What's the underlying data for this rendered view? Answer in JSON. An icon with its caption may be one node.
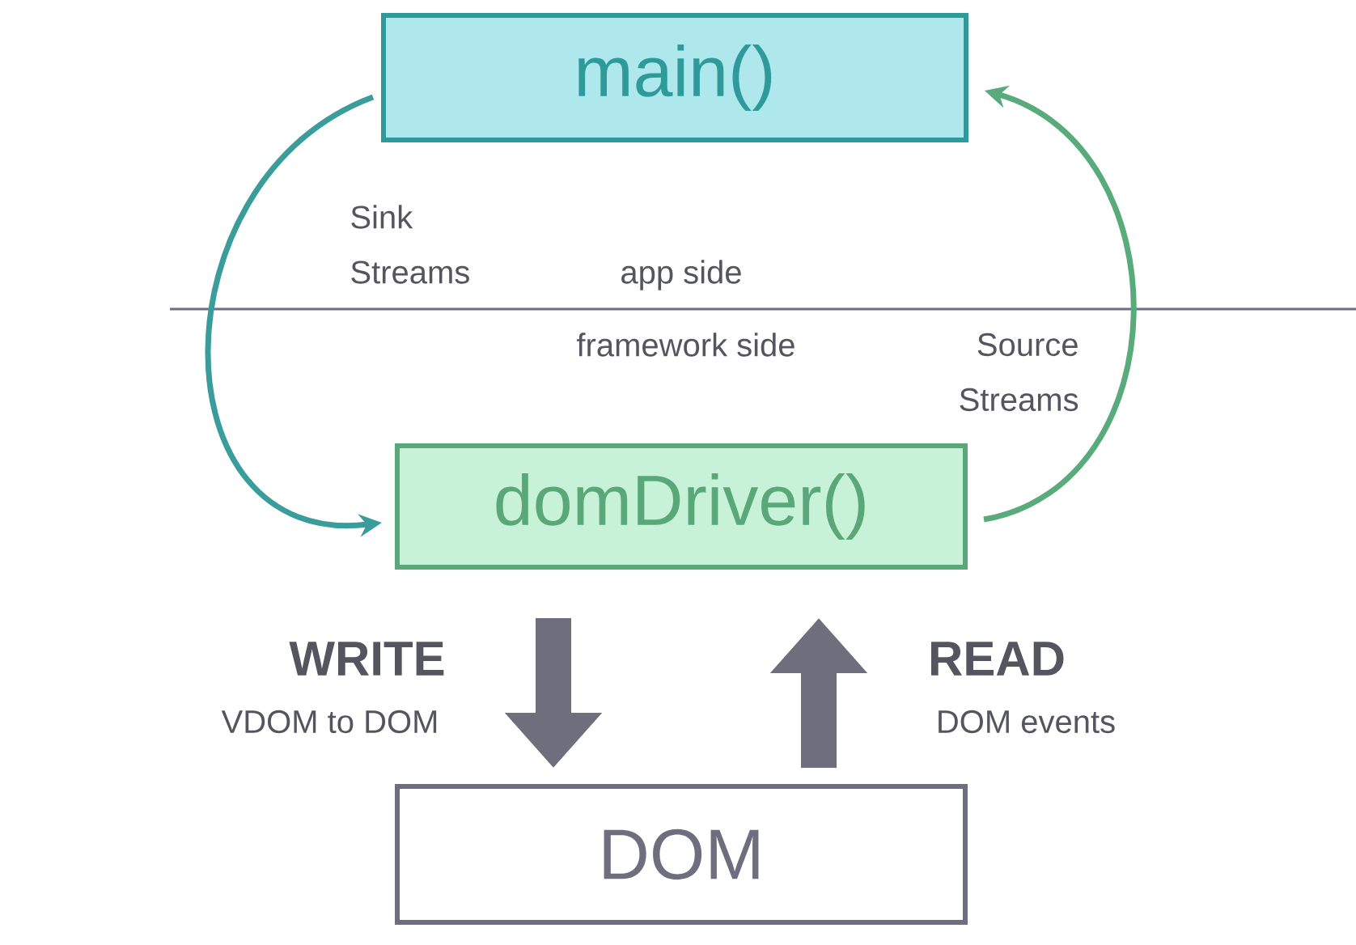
{
  "diagram": {
    "nodes": [
      {
        "text": [
          "main()"
        ]
      },
      {
        "text": [
          "domDriver()"
        ]
      },
      {
        "text": [
          "DOM"
        ]
      }
    ],
    "edges": [
      {
        "from": 0,
        "to": 1,
        "arrow": "to",
        "label": "Sink Streams",
        "color": "#3b9c9c"
      },
      {
        "from": 1,
        "to": 0,
        "arrow": "to",
        "label": "Source Streams",
        "color": "#5aab7c"
      },
      {
        "from": 1,
        "to": 2,
        "arrow": "to",
        "style": "thick",
        "color": "#6e6e7c"
      },
      {
        "from": 2,
        "to": 1,
        "arrow": "to",
        "style": "thick",
        "color": "#6e6e7c"
      }
    ],
    "labels": [
      "app side",
      "framework side",
      "WRITE",
      "VDOM to DOM",
      "READ",
      "DOM events"
    ]
  }
}
